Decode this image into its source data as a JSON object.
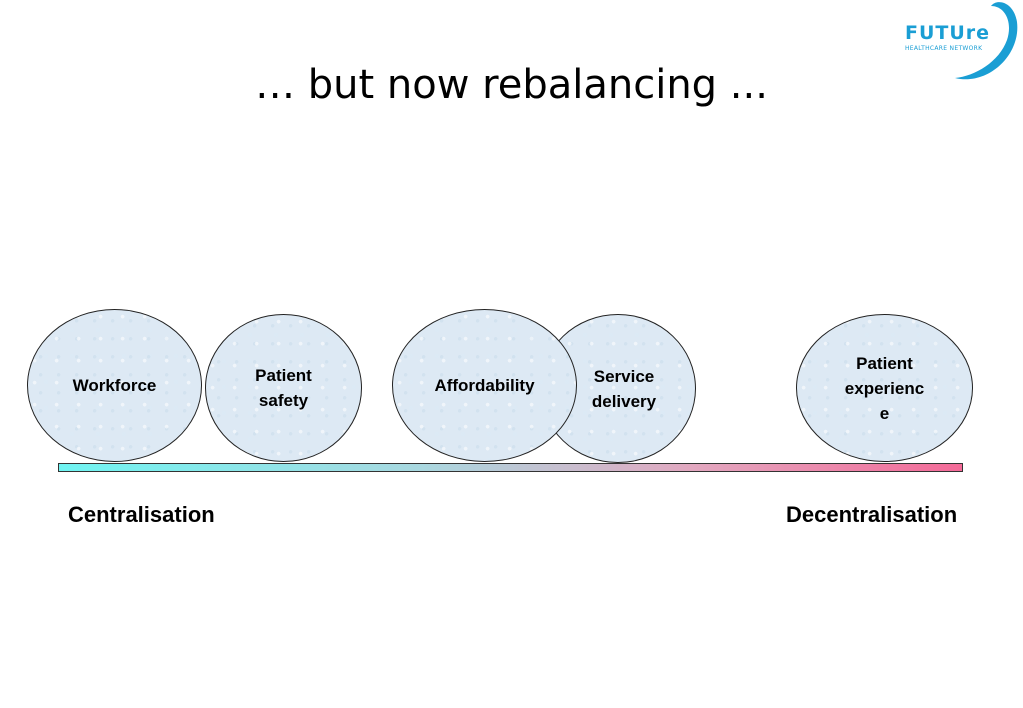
{
  "slide": {
    "title": "… but now rebalancing ...",
    "logo": {
      "word": "FUTUre",
      "subtitle": "HEALTHCARE NETWORK",
      "color": "#1a9ed4"
    },
    "bubbles": [
      {
        "id": "workforce",
        "label": "Workforce"
      },
      {
        "id": "patient-safety",
        "label": "Patient\nsafety"
      },
      {
        "id": "affordability",
        "label": "Affordability"
      },
      {
        "id": "service-delivery",
        "label": "Service\ndelivery"
      },
      {
        "id": "patient-experience",
        "label": "Patient\nexperienc\ne"
      }
    ],
    "scale": {
      "left_label": "Centralisation",
      "right_label": "Decentralisation",
      "gradient_colors": [
        "#6ff4f2",
        "#f46a98"
      ]
    }
  }
}
